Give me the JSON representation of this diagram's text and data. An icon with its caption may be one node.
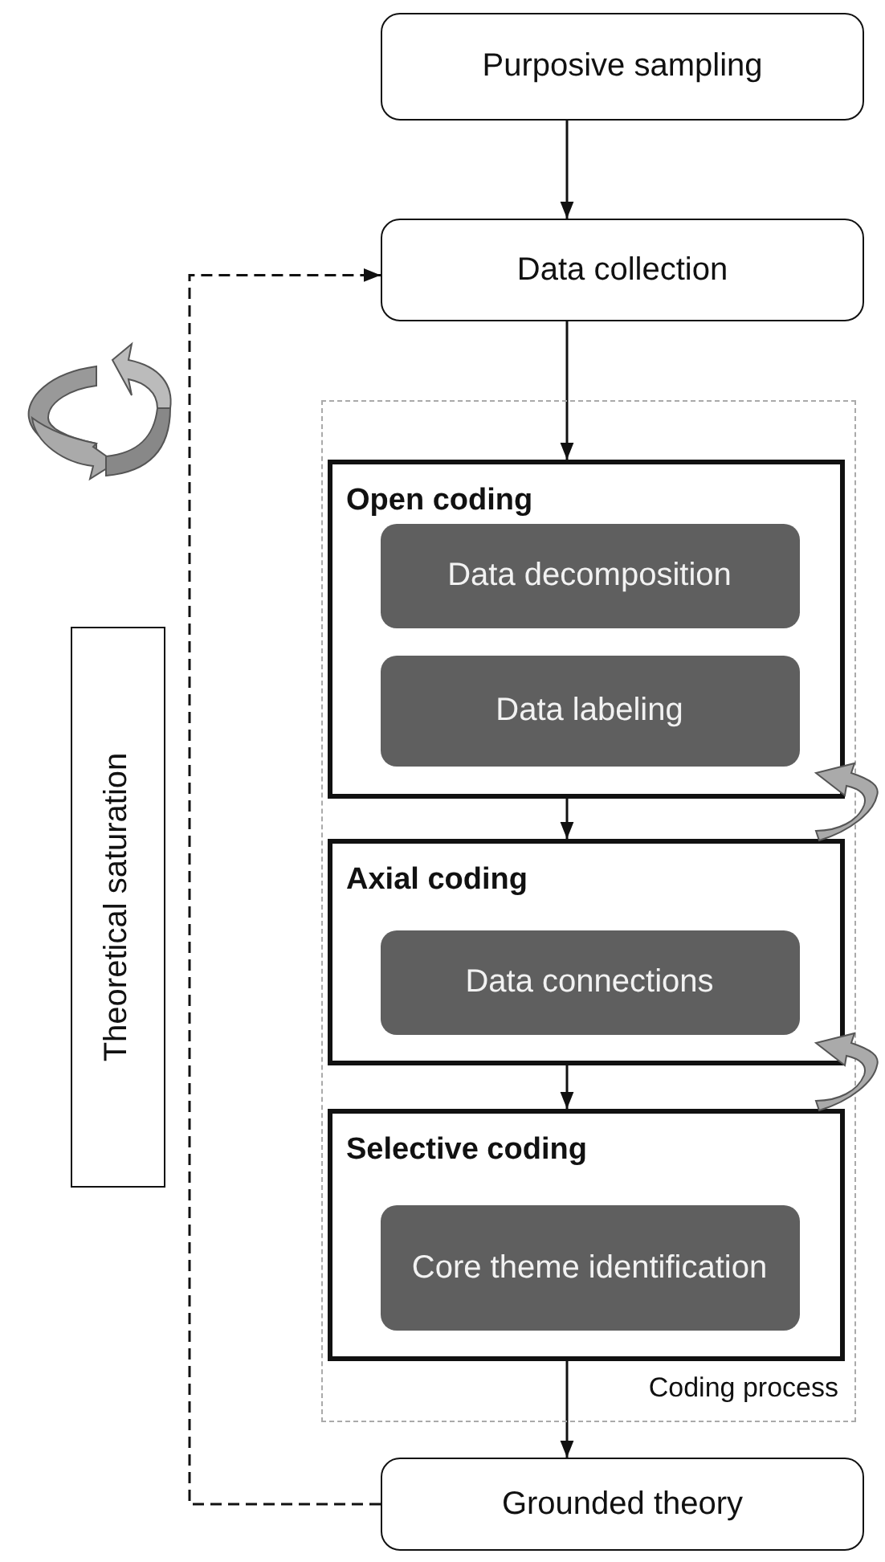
{
  "diagram": {
    "nodes": [
      {
        "text": [
          "Purposive sampling"
        ]
      },
      {
        "text": [
          "Data collection"
        ]
      },
      {
        "text": [
          "Coding process"
        ]
      },
      {
        "text": [
          "Open coding"
        ],
        "in": 2
      },
      {
        "text": [
          "Data decomposition"
        ],
        "in": 3
      },
      {
        "text": [
          "Data labeling"
        ],
        "in": 3
      },
      {
        "text": [
          "Axial coding"
        ],
        "in": 2
      },
      {
        "text": [
          "Data connections"
        ],
        "in": 6
      },
      {
        "text": [
          "Selective coding"
        ],
        "in": 2
      },
      {
        "text": [
          "Core theme identification"
        ],
        "in": 8
      },
      {
        "text": [
          "Grounded theory"
        ]
      },
      {
        "text": [
          "Theoretical saturation"
        ]
      }
    ],
    "edges": [
      {
        "from": 0,
        "to": 1,
        "arrow": "to"
      },
      {
        "from": 1,
        "to": 3,
        "arrow": "to"
      },
      {
        "from": 5,
        "to": 6,
        "arrow": "to"
      },
      {
        "from": 6,
        "to": 8,
        "arrow": "to"
      },
      {
        "from": 8,
        "to": 10,
        "arrow": "to"
      },
      {
        "from": 10,
        "to": 1,
        "arrow": "to",
        "style": "dashed"
      }
    ]
  }
}
